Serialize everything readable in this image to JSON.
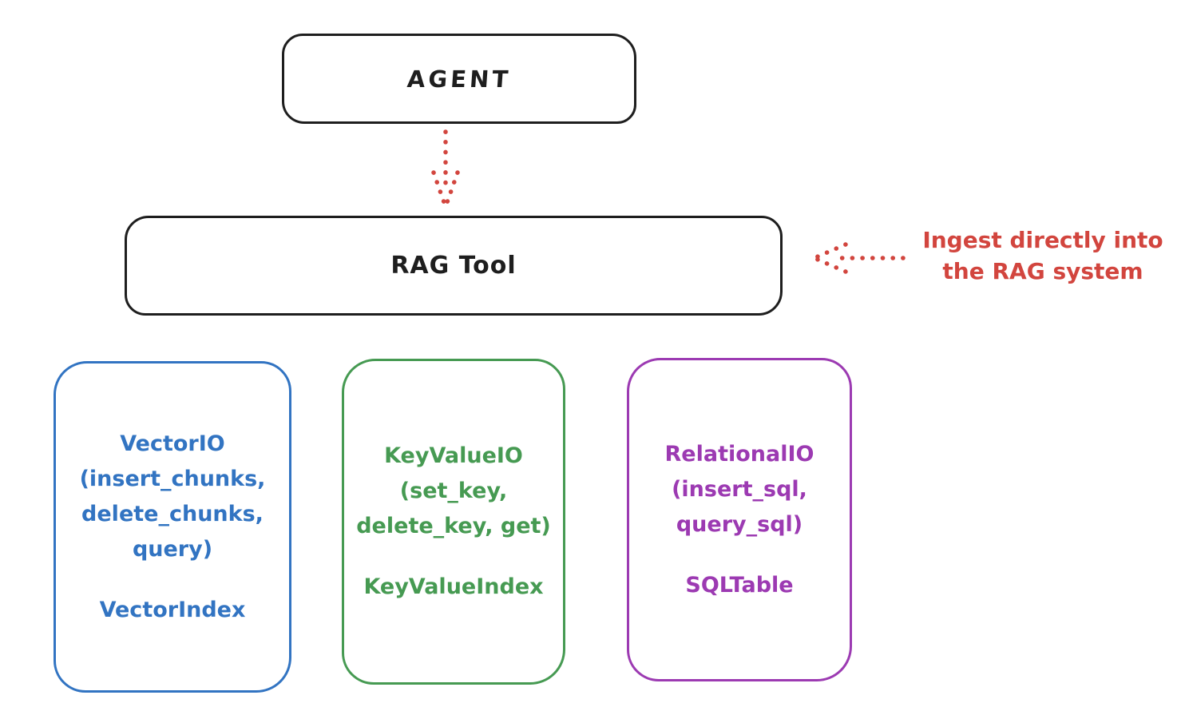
{
  "diagram": {
    "agent_box": {
      "label": "AGENT"
    },
    "rag_tool_box": {
      "label": "RAG Tool"
    },
    "annotation": {
      "line1": "Ingest directly into",
      "line2": "the RAG system"
    },
    "backends": [
      {
        "name": "vector-io",
        "lines": [
          "VectorIO",
          "(insert_chunks,",
          "delete_chunks,",
          "query)"
        ],
        "index_label": "VectorIndex",
        "color": "#3274c2"
      },
      {
        "name": "keyvalue-io",
        "lines": [
          "KeyValueIO",
          "(set_key,",
          "delete_key, get)"
        ],
        "index_label": "KeyValueIndex",
        "color": "#469a52"
      },
      {
        "name": "relational-io",
        "lines": [
          "RelationalIO",
          "(insert_sql,",
          "query_sql)"
        ],
        "index_label": "SQLTable",
        "color": "#9c3ab2"
      }
    ],
    "colors": {
      "ink": "#1e1e1e",
      "red": "#d2453e",
      "blue": "#3274c2",
      "green": "#469a52",
      "purple": "#9c3ab2",
      "background": "#ffffff"
    }
  }
}
